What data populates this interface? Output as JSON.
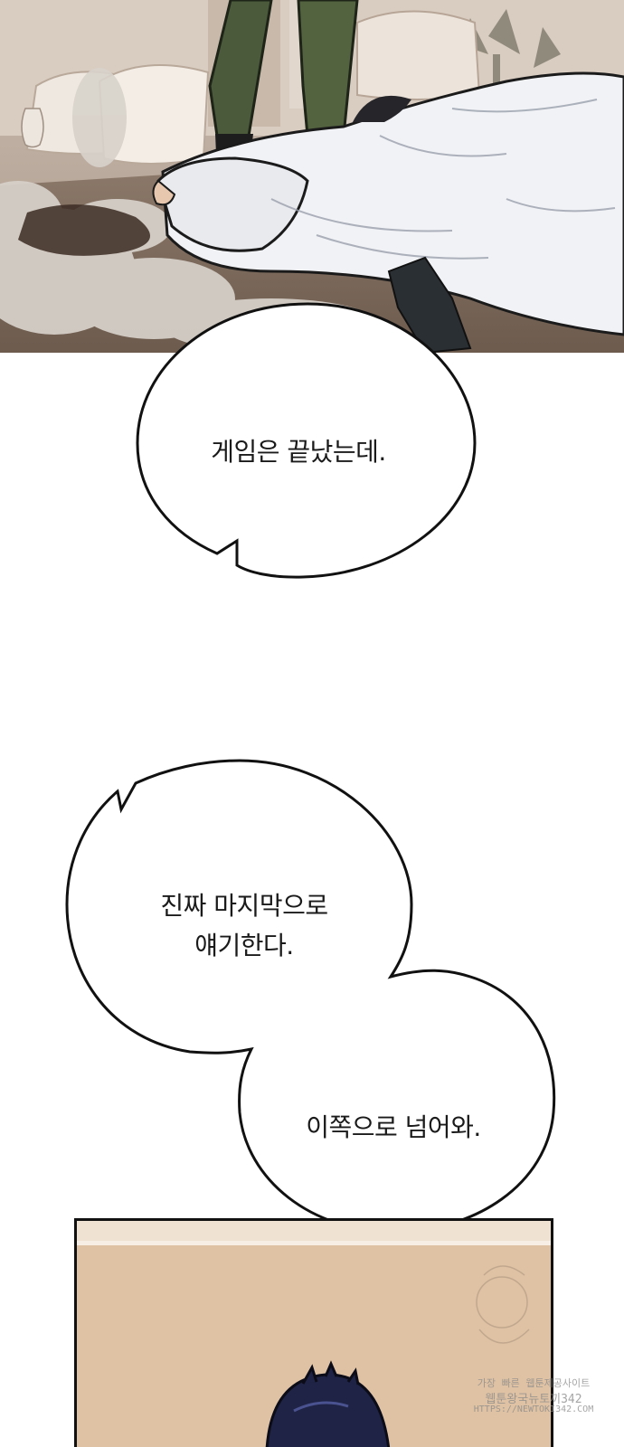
{
  "bubbles": {
    "first": "게임은 끝났는데.",
    "second": "진짜 마지막으로\n얘기한다.",
    "third": "이쪽으로 넘어와."
  },
  "watermark": {
    "line1": "가장 빠른 웹툰제공사이트",
    "line2": "웹툰왕국뉴토끼342",
    "line3": "HTTPS://NEWTOKI342.COM"
  }
}
